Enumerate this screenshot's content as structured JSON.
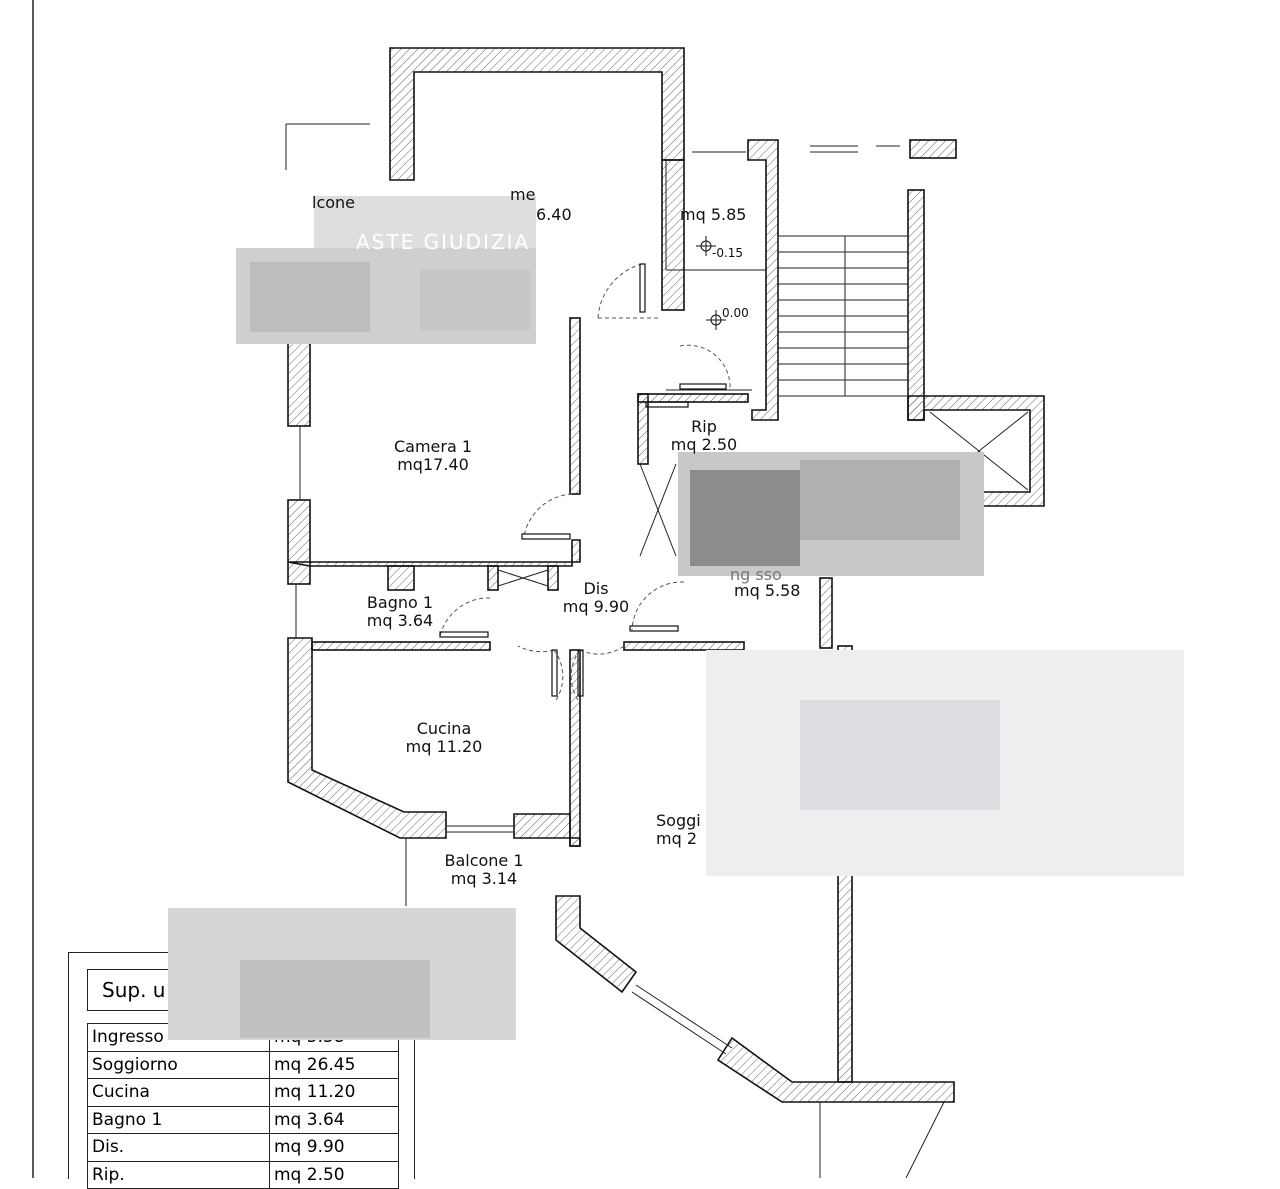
{
  "watermark": "ASTE GIUDIZIA",
  "rooms": [
    {
      "id": "camera1",
      "name": "Camera 1",
      "area": "mq17.40"
    },
    {
      "id": "bagno1",
      "name": "Bagno 1",
      "area": "mq  3.64"
    },
    {
      "id": "dis",
      "name": "Dis",
      "area": "mq  9.90"
    },
    {
      "id": "cucina",
      "name": "Cucina",
      "area": "mq  11.20"
    },
    {
      "id": "balcone1",
      "name": "Balcone 1",
      "area": "mq  3.14"
    },
    {
      "id": "rip",
      "name": "Rip",
      "area": "mq  2.50"
    },
    {
      "id": "soggiorno",
      "name": "Soggi",
      "area": "mq  2"
    }
  ],
  "partial_labels": {
    "balcone_top": "lcone",
    "camera_top": "me",
    "camera_top_area": "6.40",
    "stair_room_area": "mq  5.85",
    "ingresso_area": "mq  5.58",
    "ingresso_partial": "ng  sso"
  },
  "levels": [
    "0.00",
    "-0.15"
  ],
  "summary": {
    "header": "Sup.  u",
    "rows": [
      {
        "name": "Ingresso",
        "value": "mq  5.58"
      },
      {
        "name": "Soggiorno",
        "value": "mq  26.45"
      },
      {
        "name": "Cucina",
        "value": "mq  11.20"
      },
      {
        "name": "Bagno 1",
        "value": "mq    3.64"
      },
      {
        "name": "Dis.",
        "value": "mq    9.90"
      },
      {
        "name": "Rip.",
        "value": "mq    2.50"
      }
    ]
  }
}
